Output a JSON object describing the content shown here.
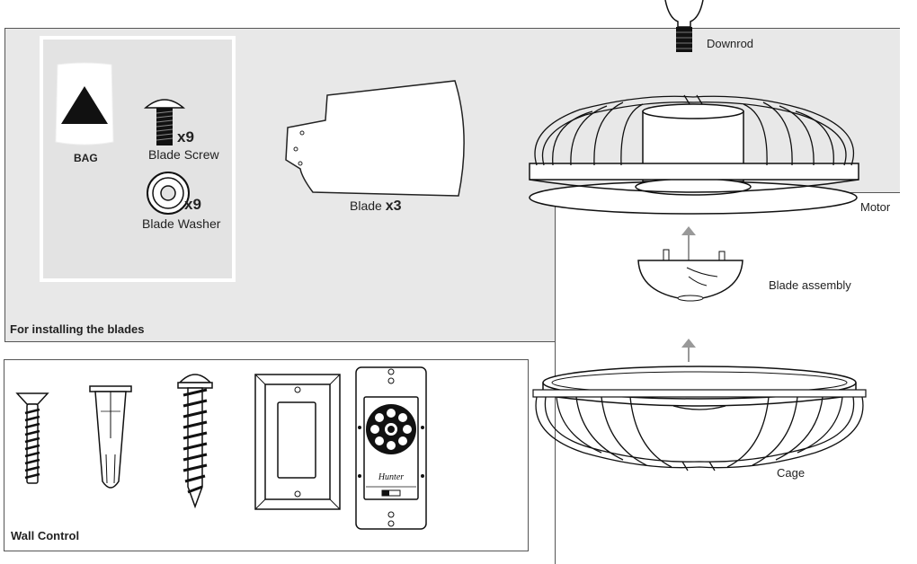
{
  "panels": {
    "blades_title": "For installing the blades",
    "wall_title": "Wall Control"
  },
  "bag": {
    "label": "BAG",
    "screw_label": "Blade Screw",
    "screw_qty": "x9",
    "washer_label": "Blade Washer",
    "washer_qty": "x9"
  },
  "blade": {
    "label": "Blade",
    "qty": "x3"
  },
  "fan": {
    "downrod": "Downrod",
    "motor": "Motor",
    "blade_assembly": "Blade assembly",
    "cage": "Cage"
  },
  "remote": {
    "brand": "Hunter"
  }
}
